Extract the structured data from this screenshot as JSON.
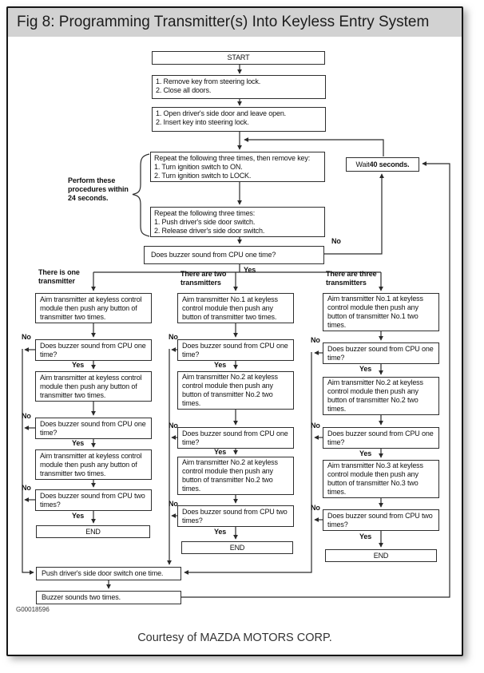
{
  "header": {
    "title": "Fig 8: Programming Transmitter(s) Into Keyless Entry System"
  },
  "labels": {
    "yes": "Yes",
    "no": "No"
  },
  "flow": {
    "start": "START",
    "remove_key": "1. Remove key from steering lock.\n2. Close all doors.",
    "open_door": "1. Open driver's side door and leave open.\n2. Insert key into steering lock.",
    "ignition_cycle": "Repeat the following three times, then remove key:\n1. Turn ignition switch to ON.\n2. Turn ignition switch to LOCK.",
    "door_switch_cycle": "Repeat the following three times:\n1. Push driver's side door switch.\n2. Release driver's side door switch.",
    "buzzer_question": "Does buzzer sound from CPU one time?",
    "wait_prefix": "Wait ",
    "wait_bold": "40 seconds.",
    "perform_note": "Perform these\nprocedures within\n24 seconds.",
    "push_door": "Push driver's side door switch one time.",
    "buzzer_two": "Buzzer sounds two times."
  },
  "columns": [
    {
      "header": "There is one\ntransmitter",
      "aim1": "Aim transmitter at keyless control module then push any button of transmitter two times.",
      "q1": "Does buzzer sound from CPU one time?",
      "aim2": "Aim transmitter at keyless control module then push any button of transmitter two times.",
      "q2": "Does buzzer sound from CPU one time?",
      "aim3": "Aim transmitter at keyless control module then push any button of transmitter two times.",
      "q3": "Does buzzer sound from CPU two times?",
      "end": "END"
    },
    {
      "header": "There are two\ntransmitters",
      "aim1": "Aim transmitter No.1 at keyless control module then push any button of transmitter two times.",
      "q1": "Does buzzer sound from CPU one time?",
      "aim2": "Aim transmitter No.2 at keyless control module then push any button of transmitter No.2 two times.",
      "q2": "Does buzzer sound from CPU one time?",
      "aim3": "Aim transmitter No.2 at keyless control module then push any button of transmitter No.2 two times.",
      "q3": "Does buzzer sound from CPU two times?",
      "end": "END"
    },
    {
      "header": "There are three\ntransmitters",
      "aim1": "Aim transmitter No.1 at keyless control module then push any button of transmitter No.1 two times.",
      "q1": "Does buzzer sound from CPU one time?",
      "aim2": "Aim transmitter No.2 at keyless control module then push any button of transmitter No.2 two times.",
      "q2": "Does buzzer sound from CPU one time?",
      "aim3": "Aim transmitter No.3 at keyless control module then push any button of transmitter No.3 two times.",
      "q3": "Does buzzer sound from CPU two times?",
      "end": "END"
    }
  ],
  "footer": {
    "figure_id": "G00018596",
    "courtesy": "Courtesy of MAZDA MOTORS CORP."
  },
  "colors": {
    "title_bar": "#d2d2d2",
    "line": "#2a2a2a",
    "frame_border": "#161616"
  }
}
